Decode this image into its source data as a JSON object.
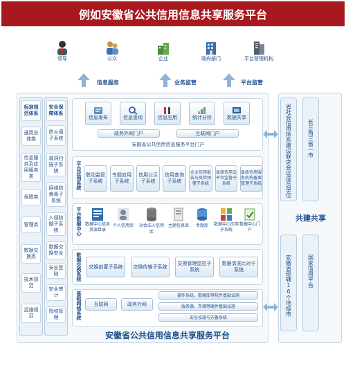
{
  "title": "例如安徽省公共信用信息共享服务平台",
  "users": [
    {
      "label": "领导",
      "icon": "leader-icon"
    },
    {
      "label": "公众",
      "icon": "public-icon"
    },
    {
      "label": "企业",
      "icon": "enterprise-icon"
    },
    {
      "label": "政府部门",
      "icon": "government-icon"
    },
    {
      "label": "平台管理机构",
      "icon": "platform-admin-icon"
    }
  ],
  "flows": {
    "service": "信息服务",
    "business": "业务监管",
    "platform": "平台监管"
  },
  "left_col1": {
    "header": "标准规范体系",
    "items": [
      "通用总体类",
      "信息服务及应用服务类",
      "保障类",
      "管理类",
      "数据交换类",
      "技术规范",
      "运维规范"
    ]
  },
  "left_col2": {
    "header": "安全保障体系",
    "items": [
      "防火墙子系统",
      "漏洞扫描子系统",
      "网络防病毒子系统",
      "入侵防御子系统",
      "数据交换安全",
      "安全登陆",
      "安全审计",
      "授权管理"
    ]
  },
  "portal": {
    "apps": [
      {
        "label": "信息发布",
        "icon": "publish-icon"
      },
      {
        "label": "信息查询",
        "icon": "query-icon"
      },
      {
        "label": "信息应用",
        "icon": "tools-icon"
      },
      {
        "label": "统计分析",
        "icon": "stats-icon"
      },
      {
        "label": "数据共享",
        "icon": "share-icon"
      }
    ],
    "external": "政务外网门户",
    "internet": "互联网门户",
    "footer": "安徽省公共信用信息服务平台门户"
  },
  "app_layer": {
    "label": "平台应用系统",
    "items": [
      "联动监管子系统",
      "专题应用子系统",
      "信用公示子系统",
      "信用查询子系统",
      "企业信用报告与风险预警子系统",
      "省级信用云平台监管子系统",
      "省级信用服务机构备案管理子系统"
    ]
  },
  "data_center": {
    "label": "平台数据中心",
    "items": [
      "数据中心信息资源目录",
      "个人信用库",
      "社会法人信用库",
      "主题信息库",
      "专题库",
      "数据中心应用子系统",
      "数据中心门户"
    ]
  },
  "exchange": {
    "label": "数据交换系统",
    "items": [
      "交换前置子系统",
      "交换传输子系统",
      "交换管理监控子系统",
      "数据清洗比对子系统"
    ]
  },
  "network": {
    "label": "基础网络系统",
    "nets": [
      "互联网",
      "政务外网"
    ],
    "infra": [
      "操作系统、数据库等软件基础设施",
      "服务器、存储等硬件基础设施",
      "安全设施与灾备系统"
    ]
  },
  "platform_name": "安徽省公共信用信息共享服务平台",
  "right": {
    "top_left": "省社会信用体系建设联席会议成员单位",
    "top_right": "长三角三省一市",
    "middle": "共建共享",
    "bottom_left": "安徽省现辖16个地级市",
    "bottom_right": "国家信用平台"
  },
  "colors": {
    "title_bg": "#a8191f",
    "accent": "#1f4f8b",
    "panel": "#eaf1f7",
    "arrow": "#8fb4d6"
  }
}
